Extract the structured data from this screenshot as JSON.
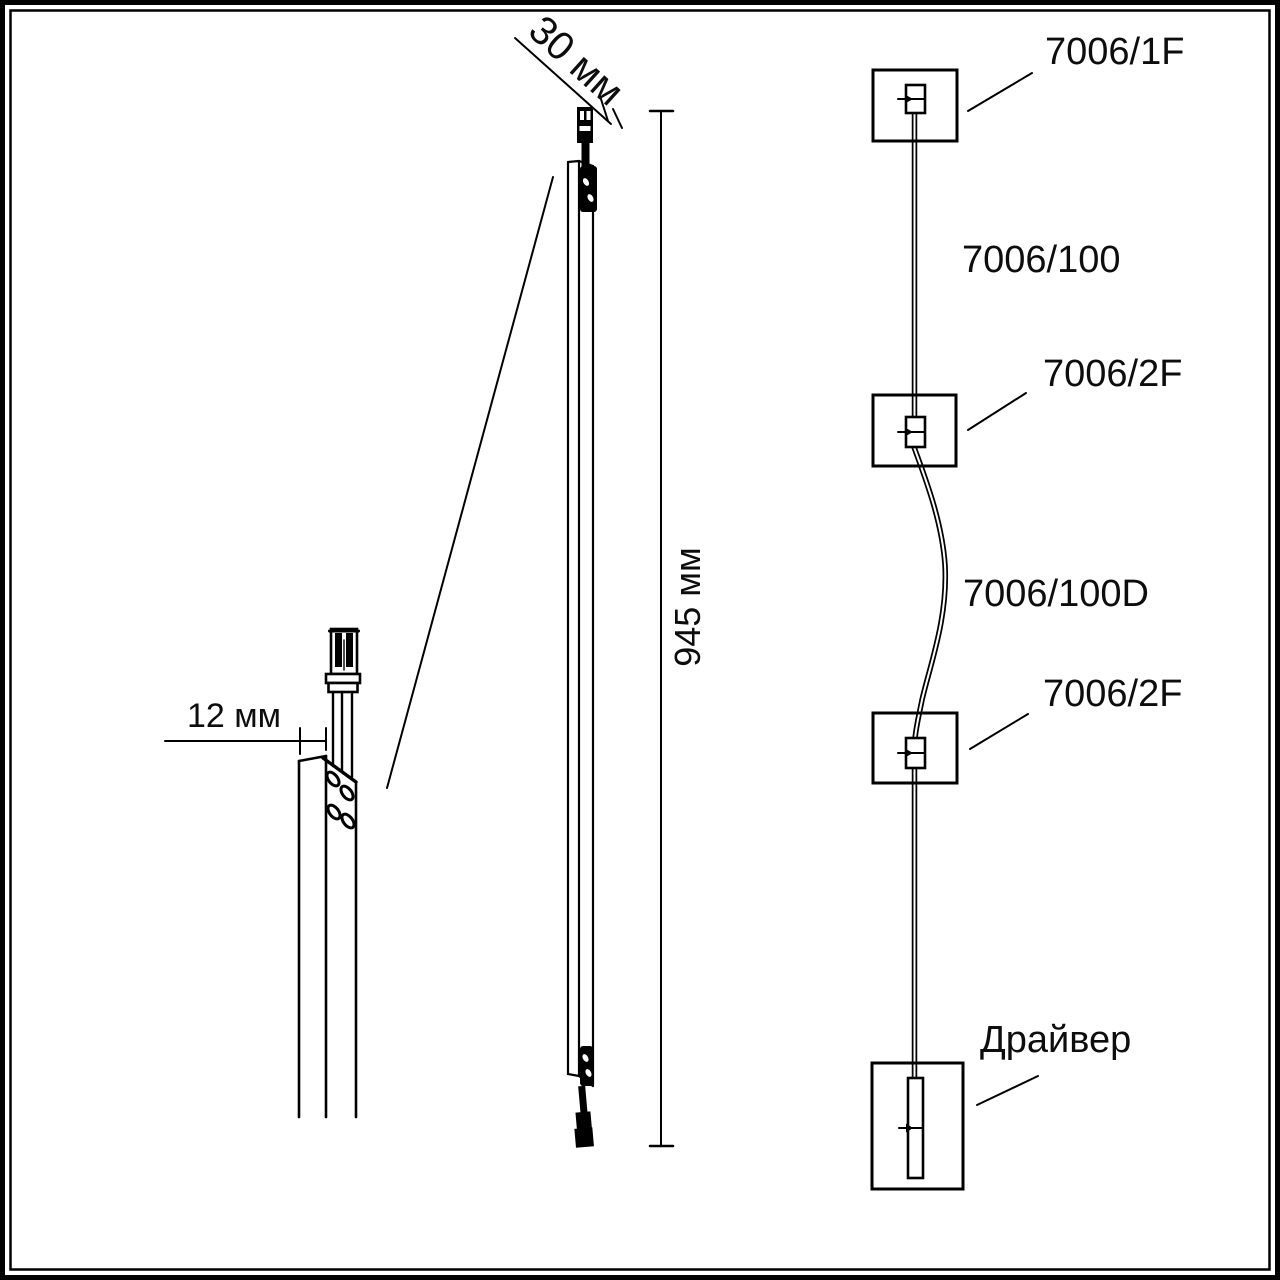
{
  "diagram": {
    "detail_view": {
      "dimension_label": "12 мм"
    },
    "fixture_view": {
      "width_label": "30 мм",
      "length_label": "945 мм"
    },
    "schematic": {
      "labels": [
        {
          "text": "7006/1F"
        },
        {
          "text": "7006/100"
        },
        {
          "text": "7006/2F"
        },
        {
          "text": "7006/100D"
        },
        {
          "text": "7006/2F"
        },
        {
          "text": "Драйвер"
        }
      ]
    },
    "colors": {
      "line": "#000000",
      "background": "#ffffff"
    }
  }
}
